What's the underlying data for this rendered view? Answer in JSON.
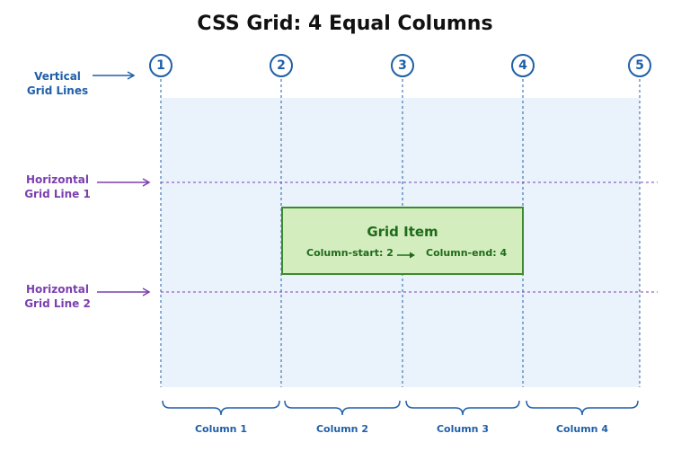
{
  "title": "CSS Grid: 4 Equal Columns",
  "vertical_label": [
    "Vertical",
    "Grid Lines"
  ],
  "horizontal_lines": [
    {
      "label": [
        "Horizontal",
        "Grid Line 1"
      ]
    },
    {
      "label": [
        "Horizontal",
        "Grid Line 2"
      ]
    }
  ],
  "line_numbers": [
    "1",
    "2",
    "3",
    "4",
    "5"
  ],
  "grid_item": {
    "title": "Grid Item",
    "start_text": "Column-start: 2",
    "end_text": "Column-end: 4"
  },
  "columns": [
    "Column 1",
    "Column 2",
    "Column 3",
    "Column 4"
  ],
  "colors": {
    "vertical_lines": "#1f5fa8",
    "horizontal_lines": "#7b3fb0",
    "grid_background": "#eaf3fc",
    "item_fill": "#d4edbf",
    "item_border": "#3f8a2e"
  }
}
